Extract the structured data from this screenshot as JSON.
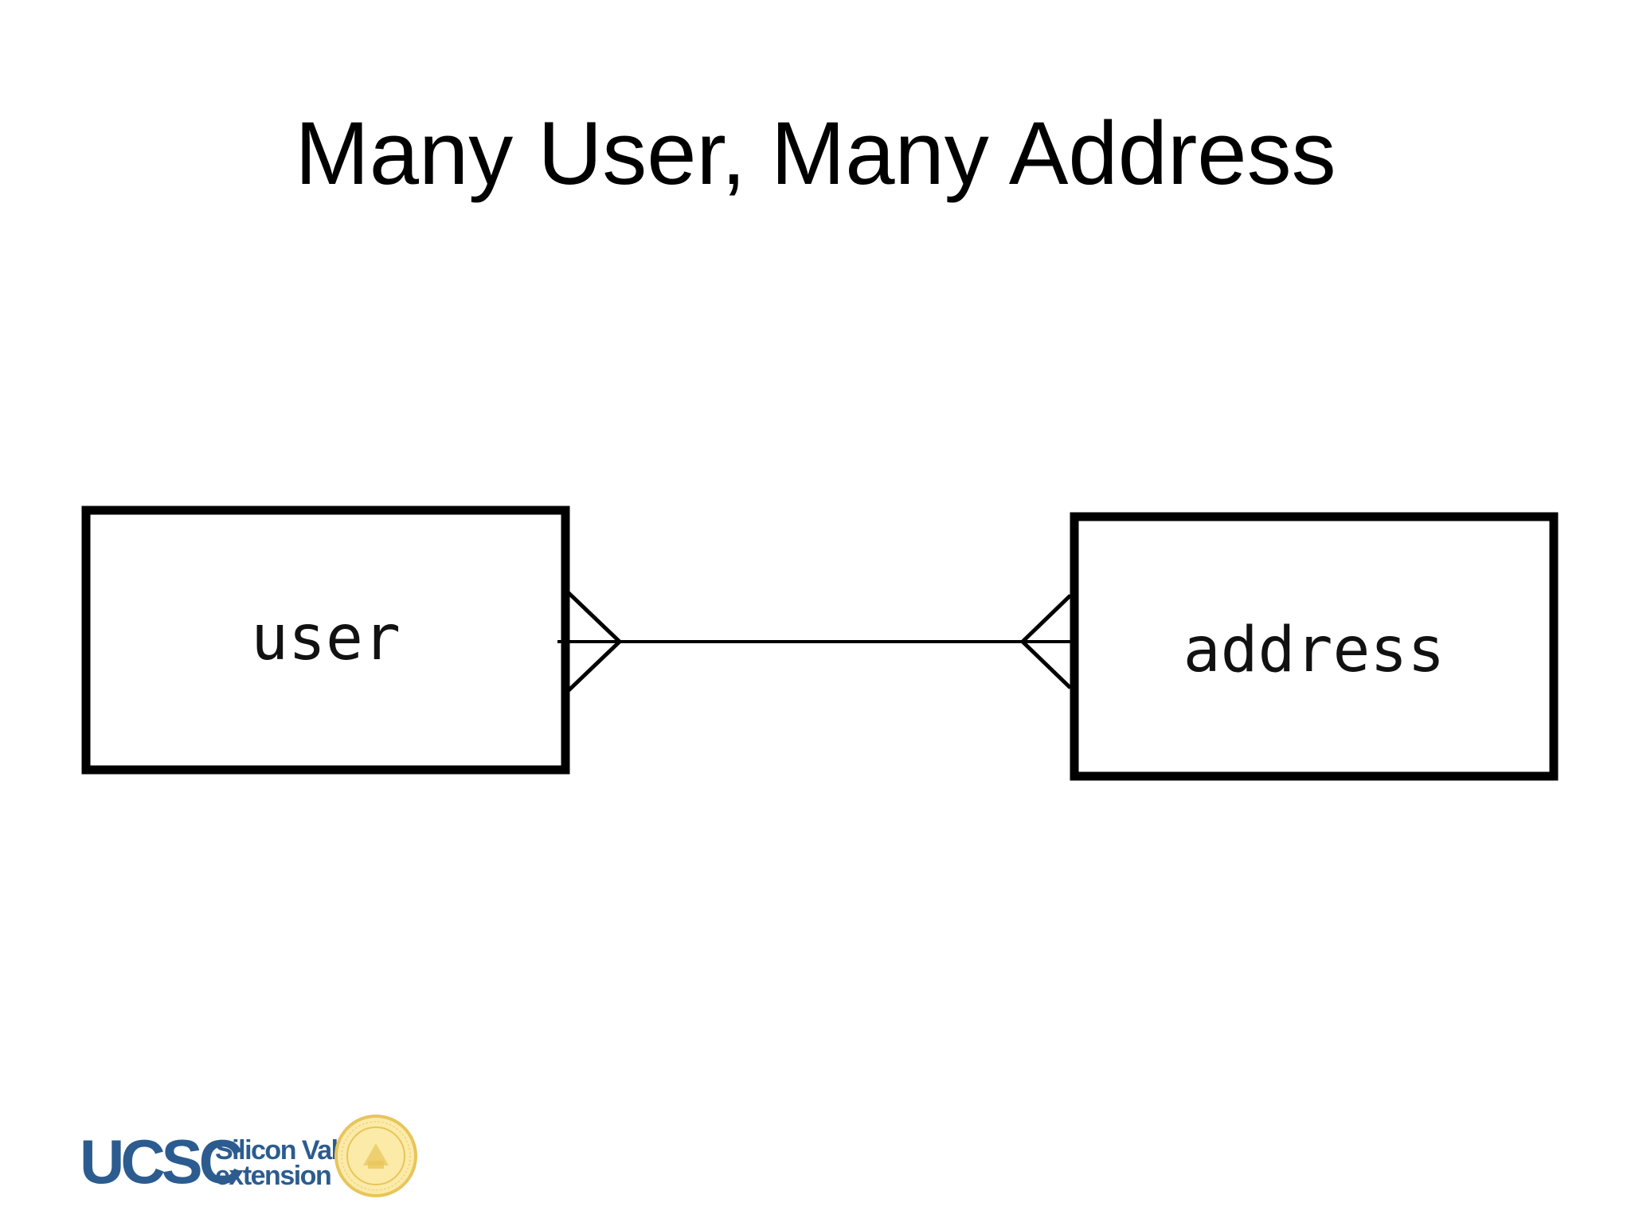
{
  "slide": {
    "title": "Many User, Many Address"
  },
  "diagram": {
    "entities": [
      {
        "name": "user"
      },
      {
        "name": "address"
      }
    ],
    "relationship": {
      "from": "user",
      "to": "address",
      "from_cardinality": "many",
      "to_cardinality": "many"
    }
  },
  "logo": {
    "wordmark": "UCSC",
    "line1": "Silicon Valley",
    "line2": "extension",
    "colors": {
      "text": "#2c5c8f",
      "seal": "#e8c55a"
    }
  }
}
